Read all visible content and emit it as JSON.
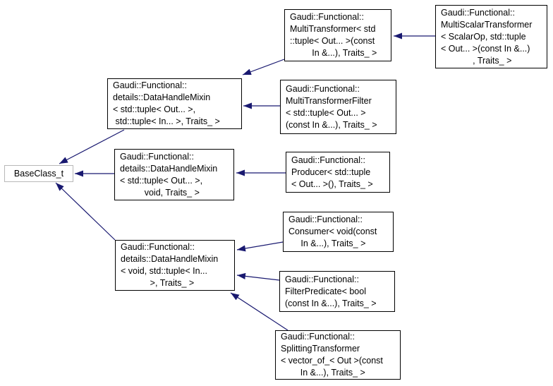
{
  "diagram": {
    "type": "class-inheritance-graph",
    "colors": {
      "edge": "#191970",
      "node_border": "#000000",
      "external_node_border": "#b8b8b8",
      "background": "#ffffff",
      "text": "#000000"
    },
    "nodes": [
      {
        "id": "baseclass-t",
        "label": "BaseClass_t"
      },
      {
        "id": "datahandlemixin-tuple-tuple",
        "label": "Gaudi::Functional::\ndetails::DataHandleMixin\n< std::tuple< Out... >,\n std::tuple< In... >, Traits_ >"
      },
      {
        "id": "multitransformer",
        "label": "Gaudi::Functional::\nMultiTransformer< std\n::tuple< Out... >(const\n         In &...), Traits_ >"
      },
      {
        "id": "multiscalartransformer",
        "label": "Gaudi::Functional::\nMultiScalarTransformer\n< ScalarOp, std::tuple\n< Out... >(const In &...)\n             , Traits_ >"
      },
      {
        "id": "multitransformerfilter",
        "label": "Gaudi::Functional::\nMultiTransformerFilter\n< std::tuple< Out... >\n(const In &...), Traits_ >"
      },
      {
        "id": "datahandlemixin-tuple-void",
        "label": "Gaudi::Functional::\ndetails::DataHandleMixin\n< std::tuple< Out... >,\n          void, Traits_ >"
      },
      {
        "id": "producer",
        "label": "Gaudi::Functional::\nProducer< std::tuple\n< Out... >(), Traits_ >"
      },
      {
        "id": "datahandlemixin-void-tuple",
        "label": "Gaudi::Functional::\ndetails::DataHandleMixin\n< void, std::tuple< In...\n            >, Traits_ >"
      },
      {
        "id": "consumer",
        "label": "Gaudi::Functional::\nConsumer< void(const\n     In &...), Traits_ >"
      },
      {
        "id": "filterpredicate",
        "label": "Gaudi::Functional::\nFilterPredicate< bool\n(const In &...), Traits_ >"
      },
      {
        "id": "splittingtransformer",
        "label": "Gaudi::Functional::\nSplittingTransformer\n< vector_of_< Out >(const\n        In &...), Traits_ >"
      }
    ],
    "edges": [
      {
        "from": "multiscalartransformer",
        "to": "multitransformer"
      },
      {
        "from": "multitransformer",
        "to": "datahandlemixin-tuple-tuple"
      },
      {
        "from": "multitransformerfilter",
        "to": "datahandlemixin-tuple-tuple"
      },
      {
        "from": "datahandlemixin-tuple-tuple",
        "to": "baseclass-t"
      },
      {
        "from": "producer",
        "to": "datahandlemixin-tuple-void"
      },
      {
        "from": "datahandlemixin-tuple-void",
        "to": "baseclass-t"
      },
      {
        "from": "consumer",
        "to": "datahandlemixin-void-tuple"
      },
      {
        "from": "filterpredicate",
        "to": "datahandlemixin-void-tuple"
      },
      {
        "from": "splittingtransformer",
        "to": "datahandlemixin-void-tuple"
      },
      {
        "from": "datahandlemixin-void-tuple",
        "to": "baseclass-t"
      }
    ]
  }
}
